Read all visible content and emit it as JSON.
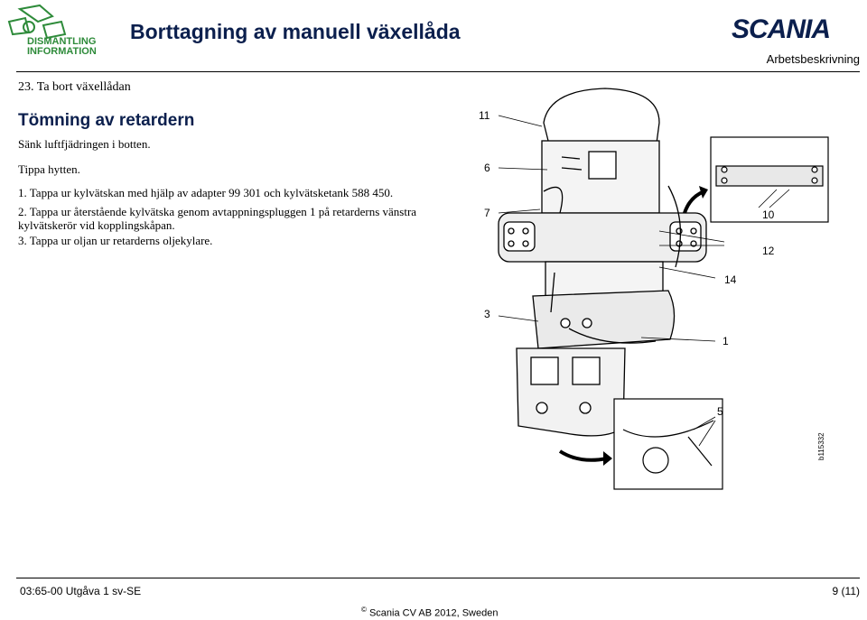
{
  "header": {
    "logo_line1": "DISMANTLING",
    "logo_line2": "INFORMATION",
    "title": "Borttagning av manuell växellåda",
    "brand": "SCANIA",
    "doc_type": "Arbetsbeskrivning"
  },
  "content": {
    "step": "23. Ta bort växellådan",
    "section_title": "Tömning av retardern",
    "line1": "Sänk luftfjädringen i botten.",
    "line2": "Tippa hytten.",
    "items": [
      "1. Tappa ur kylvätskan med hjälp av adapter 99 301 och kylvätsketank 588 450.",
      "2. Tappa ur återstående kylvätska genom avtappningspluggen 1 på retarderns vänstra kylvätskerör vid kopplingskåpan.",
      "3. Tappa ur oljan ur retarderns oljekylare."
    ]
  },
  "figure": {
    "callouts": [
      "11",
      "6",
      "7",
      "3",
      "10",
      "12",
      "14",
      "1",
      "5"
    ],
    "figure_id": "b115332"
  },
  "footer": {
    "doc_ref": "03:65-00 Utgåva 1  sv-SE",
    "page": "9 (11)",
    "copyright_symbol": "©",
    "copyright": "Scania CV AB 2012, Sweden"
  },
  "colors": {
    "brand_navy": "#0b1f4d",
    "logo_green": "#2e8b3a"
  }
}
